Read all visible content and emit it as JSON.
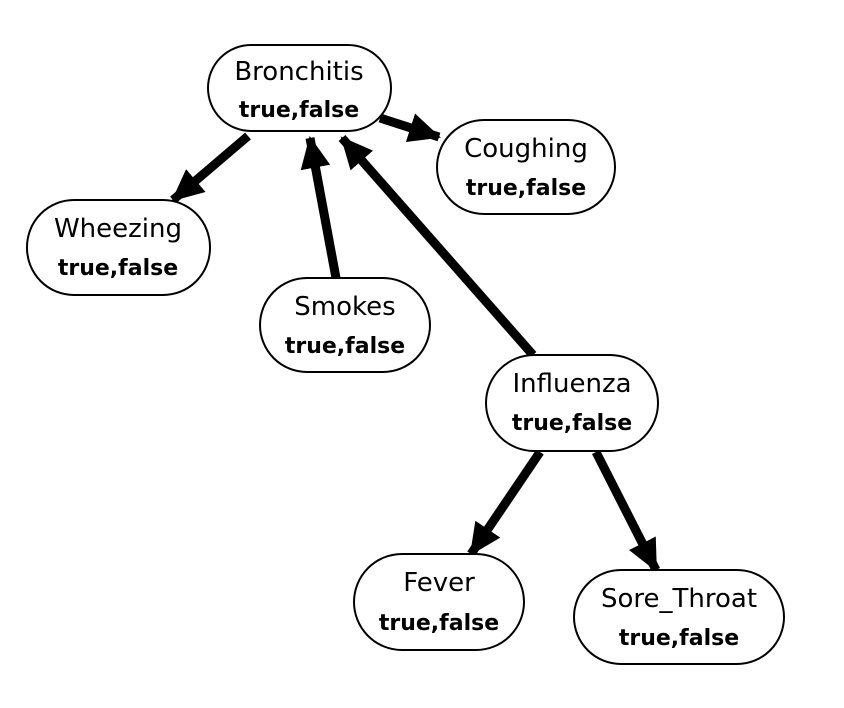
{
  "diagram": {
    "nodes": [
      {
        "id": "bronchitis",
        "name": "Bronchitis",
        "states": "true,false"
      },
      {
        "id": "coughing",
        "name": "Coughing",
        "states": "true,false"
      },
      {
        "id": "wheezing",
        "name": "Wheezing",
        "states": "true,false"
      },
      {
        "id": "smokes",
        "name": "Smokes",
        "states": "true,false"
      },
      {
        "id": "influenza",
        "name": "Influenza",
        "states": "true,false"
      },
      {
        "id": "fever",
        "name": "Fever",
        "states": "true,false"
      },
      {
        "id": "sore_throat",
        "name": "Sore_Throat",
        "states": "true,false"
      }
    ],
    "edges": [
      {
        "from": "bronchitis",
        "to": "coughing"
      },
      {
        "from": "bronchitis",
        "to": "wheezing"
      },
      {
        "from": "smokes",
        "to": "bronchitis"
      },
      {
        "from": "influenza",
        "to": "bronchitis"
      },
      {
        "from": "influenza",
        "to": "fever"
      },
      {
        "from": "influenza",
        "to": "sore_throat"
      }
    ],
    "colors": {
      "stroke": "#000000",
      "fill": "#ffffff",
      "text": "#000000"
    }
  }
}
